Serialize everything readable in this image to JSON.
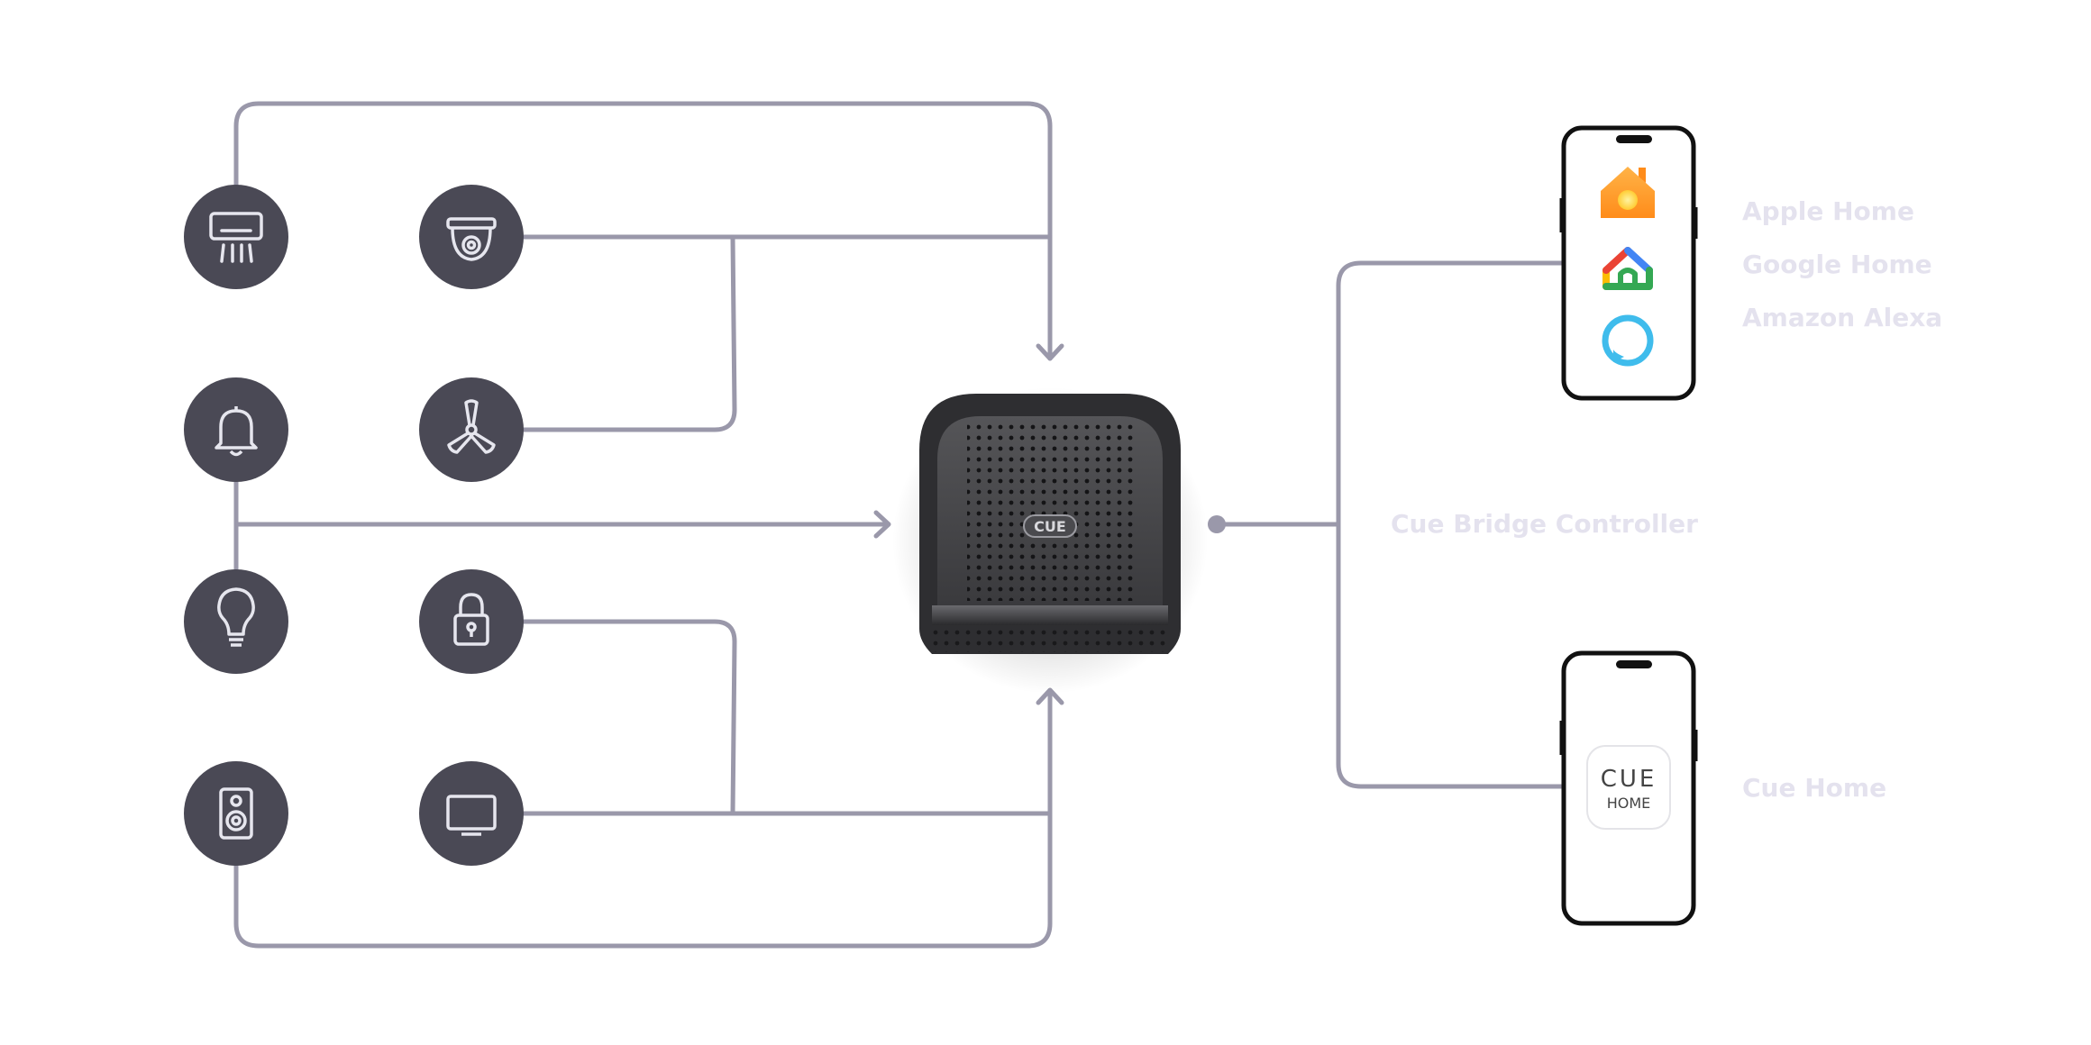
{
  "colors": {
    "connector": "#9a98aa",
    "device_circle": "#4a4955",
    "device_icon": "#e6e6ee",
    "label_text": "#e4e2ee",
    "hub_body": "#2e2e31",
    "phone_frame": "#111111",
    "cue_logo_text": "#444444"
  },
  "devices": [
    {
      "name": "air-conditioner",
      "icon": "air-conditioner-icon"
    },
    {
      "name": "security-camera",
      "icon": "security-camera-icon"
    },
    {
      "name": "doorbell",
      "icon": "bell-icon"
    },
    {
      "name": "ceiling-fan",
      "icon": "fan-icon"
    },
    {
      "name": "smart-bulb",
      "icon": "light-bulb-icon"
    },
    {
      "name": "smart-lock",
      "icon": "lock-icon"
    },
    {
      "name": "speaker",
      "icon": "speaker-icon"
    },
    {
      "name": "tv",
      "icon": "tv-icon"
    }
  ],
  "hub": {
    "logo_text": "CUE",
    "label": "Cue Bridge Controller"
  },
  "platforms": {
    "apple_home": "Apple Home",
    "google_home": "Google Home",
    "amazon_alexa": "Amazon Alexa"
  },
  "cue_app": {
    "logo_top": "CUE",
    "logo_bottom": "HOME",
    "label": "Cue Home"
  }
}
